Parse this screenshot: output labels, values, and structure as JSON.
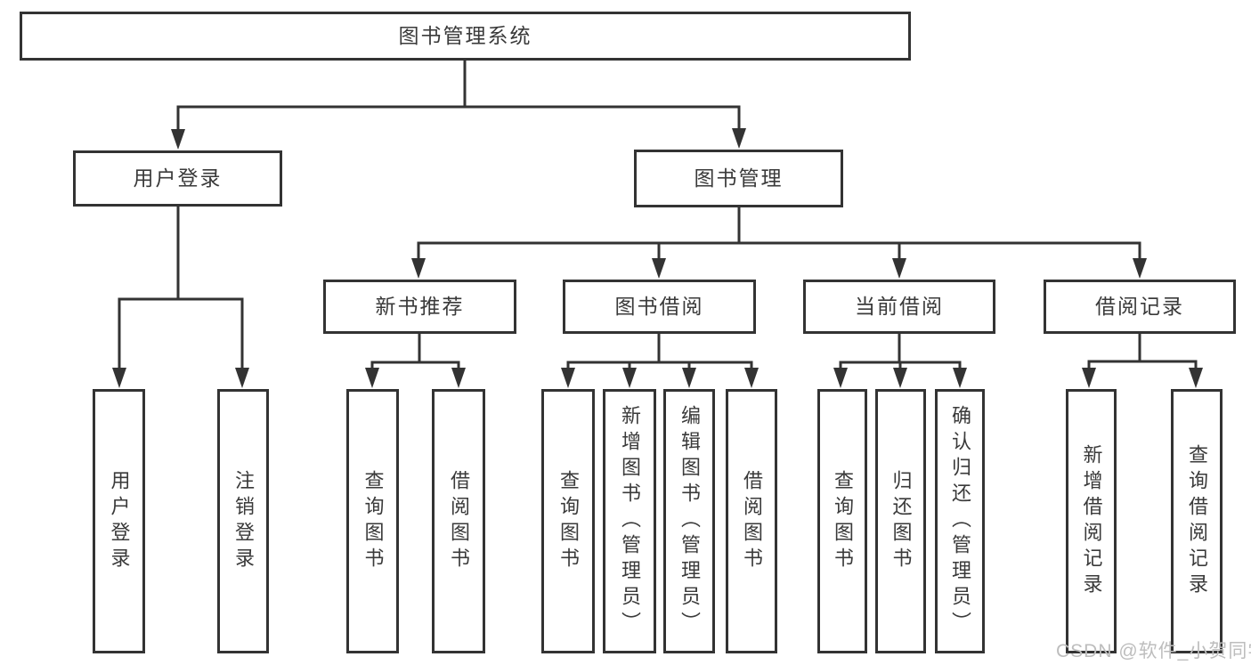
{
  "watermark": "CSDN @软件_小贺同学",
  "colors": {
    "line": "#333333",
    "text": "#3a3a3a",
    "watermark": "#bdbdbd",
    "box_background": "#ffffff"
  },
  "nodes": {
    "root": {
      "label": "图书管理系统"
    },
    "user_login": {
      "label": "用户登录"
    },
    "book_management": {
      "label": "图书管理"
    },
    "new_book_recommend": {
      "label": "新书推荐"
    },
    "book_borrowing": {
      "label": "图书借阅"
    },
    "current_borrowing": {
      "label": "当前借阅"
    },
    "borrowing_records": {
      "label": "借阅记录"
    },
    "login": {
      "label": "用户登录"
    },
    "logout": {
      "label": "注销登录"
    },
    "nb_query_books": {
      "label": "查询图书"
    },
    "nb_borrow_books": {
      "label": "借阅图书"
    },
    "bb_query_books": {
      "label": "查询图书"
    },
    "bb_add_books": {
      "label": "新增图书（管理员）"
    },
    "bb_edit_books": {
      "label": "编辑图书（管理员）"
    },
    "bb_borrow_books": {
      "label": "借阅图书"
    },
    "cb_query_books": {
      "label": "查询图书"
    },
    "cb_return_books": {
      "label": "归还图书"
    },
    "cb_confirm_return": {
      "label": "确认归还（管理员）"
    },
    "br_add_record": {
      "label": "新增借阅记录"
    },
    "br_query_record": {
      "label": "查询借阅记录"
    }
  }
}
